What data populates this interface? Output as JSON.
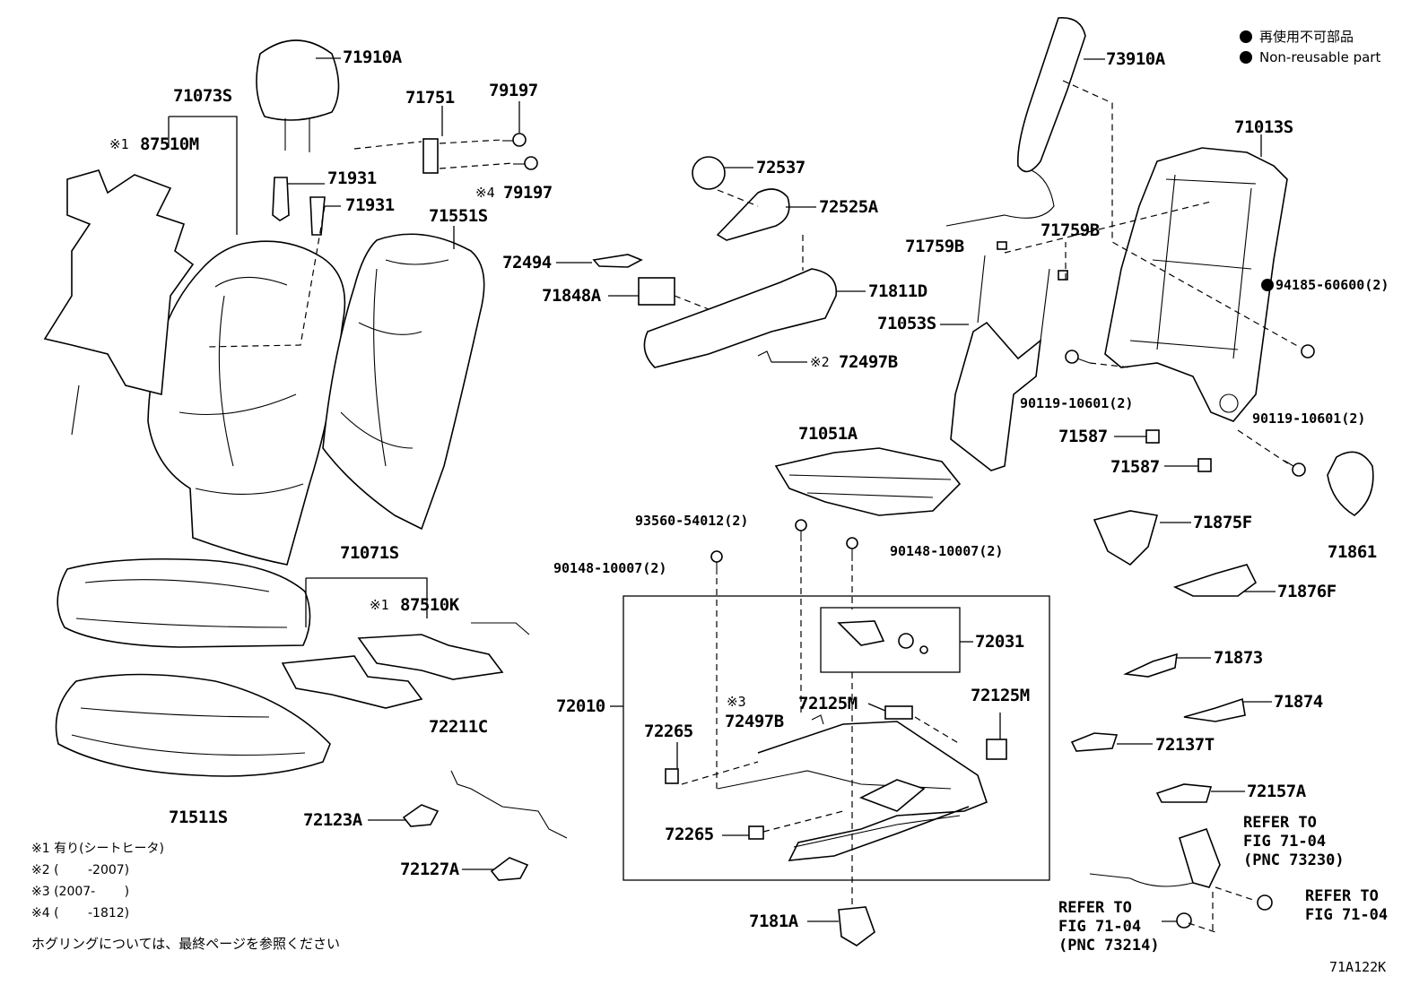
{
  "legend": {
    "jp": "再使用不可部品",
    "en": "Non-reusable part"
  },
  "labels": {
    "p71910A": "71910A",
    "p71073S": "71073S",
    "p87510M": "87510M",
    "m87510M": "※1",
    "p71751": "71751",
    "p79197": "79197",
    "p79197b": "79197",
    "m79197b": "※4",
    "p71931a": "71931",
    "p71931b": "71931",
    "p71551S": "71551S",
    "p72537": "72537",
    "p72525A": "72525A",
    "p72494": "72494",
    "p71848A": "71848A",
    "p71811D": "71811D",
    "p72497B": "72497B",
    "m72497B": "※2",
    "p73910A": "73910A",
    "p71013S": "71013S",
    "p71759B": "71759B",
    "p71759Bb": "71759B",
    "p94185": "94185-60600(2)",
    "p71053S": "71053S",
    "p90119a": "90119-10601(2)",
    "p90119b": "90119-10601(2)",
    "p71587a": "71587",
    "p71587b": "71587",
    "p71051A": "71051A",
    "p93560": "93560-54012(2)",
    "p90148a": "90148-10007(2)",
    "p90148b": "90148-10007(2)",
    "p71875F": "71875F",
    "p71861": "71861",
    "p71876F": "71876F",
    "p71071S": "71071S",
    "p87510K": "87510K",
    "m87510K": "※1",
    "p72031": "72031",
    "p71873": "71873",
    "p72010": "72010",
    "p72497Bb": "72497B",
    "m72497Bb": "※3",
    "p72125M": "72125M",
    "p72125Mb": "72125M",
    "p71874": "71874",
    "p72265a": "72265",
    "p72265b": "72265",
    "p72211C": "72211C",
    "p72137T": "72137T",
    "p72157A": "72157A",
    "p71511S": "71511S",
    "p72123A": "72123A",
    "p72127A": "72127A",
    "p7181A": "7181A"
  },
  "refs": {
    "r1": "REFER TO\nFIG 71-04\n(PNC 73230)",
    "r2": "REFER TO\nFIG 71-04",
    "r3": "REFER TO\nFIG 71-04\n(PNC 73214)"
  },
  "notes": {
    "n1": "※1 有り(シートヒータ)",
    "n2": "※2 (　　 -2007)",
    "n3": "※3 (2007-　　 )",
    "n4": "※4 (　　 -1812)",
    "n5": "ホグリングについては、最終ページを参照ください"
  },
  "figure_code": "71A122K"
}
